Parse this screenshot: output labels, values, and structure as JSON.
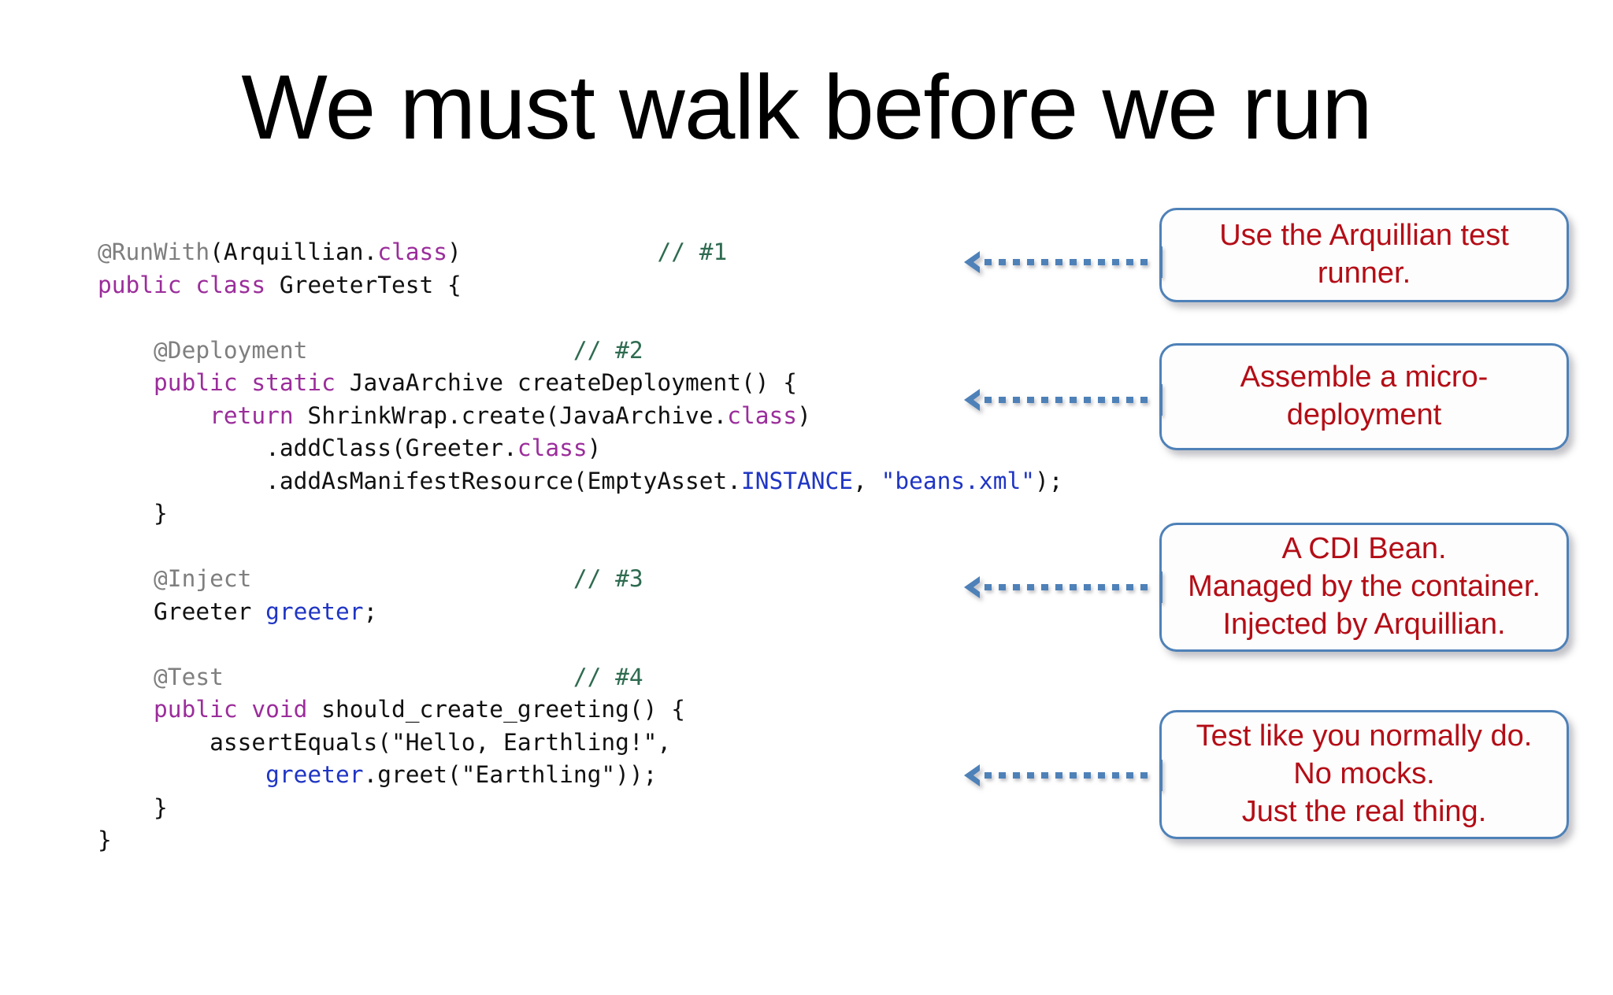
{
  "slide": {
    "title": "We must walk before we run",
    "background_color": "#ffffff"
  },
  "theme": {
    "title_color": "#000000",
    "callout_text_color": "#b40d16",
    "callout_border_color": "#4e81b8",
    "connector_color": "#4e81b8",
    "code_annotation_color": "#7f7f7f",
    "code_keyword_color": "#9b2d9b",
    "code_identifier_color": "#1f35c4",
    "code_comment_color": "#2e6b50",
    "code_plain_color": "#111111"
  },
  "code": {
    "language": "java",
    "lines": [
      {
        "id": "line-1",
        "segments": [
          {
            "t": "@RunWith",
            "c": "ann"
          },
          {
            "t": "(Arquillian.",
            "c": "plain"
          },
          {
            "t": "class",
            "c": "kw"
          },
          {
            "t": ")",
            "c": "plain"
          },
          {
            "t": "              ",
            "c": "plain"
          },
          {
            "t": "// #1",
            "c": "cmt"
          }
        ]
      },
      {
        "id": "line-2",
        "segments": [
          {
            "t": "public class",
            "c": "kw"
          },
          {
            "t": " GreeterTest {",
            "c": "plain"
          }
        ]
      },
      {
        "id": "line-3",
        "segments": [
          {
            "t": "",
            "c": "plain"
          }
        ]
      },
      {
        "id": "line-4",
        "segments": [
          {
            "t": "    ",
            "c": "plain"
          },
          {
            "t": "@Deployment",
            "c": "ann"
          },
          {
            "t": "                   ",
            "c": "plain"
          },
          {
            "t": "// #2",
            "c": "cmt"
          }
        ]
      },
      {
        "id": "line-5",
        "segments": [
          {
            "t": "    ",
            "c": "plain"
          },
          {
            "t": "public static",
            "c": "kw"
          },
          {
            "t": " JavaArchive createDeployment() {",
            "c": "plain"
          }
        ]
      },
      {
        "id": "line-6",
        "segments": [
          {
            "t": "        ",
            "c": "plain"
          },
          {
            "t": "return",
            "c": "kw"
          },
          {
            "t": " ShrinkWrap.create(JavaArchive.",
            "c": "plain"
          },
          {
            "t": "class",
            "c": "kw"
          },
          {
            "t": ")",
            "c": "plain"
          }
        ]
      },
      {
        "id": "line-7",
        "segments": [
          {
            "t": "            .addClass(Greeter.",
            "c": "plain"
          },
          {
            "t": "class",
            "c": "kw"
          },
          {
            "t": ")",
            "c": "plain"
          }
        ]
      },
      {
        "id": "line-8",
        "segments": [
          {
            "t": "            .addAsManifestResource(EmptyAsset.",
            "c": "plain"
          },
          {
            "t": "INSTANCE",
            "c": "id"
          },
          {
            "t": ", ",
            "c": "plain"
          },
          {
            "t": "\"beans.xml\"",
            "c": "str"
          },
          {
            "t": ");",
            "c": "plain"
          }
        ]
      },
      {
        "id": "line-9",
        "segments": [
          {
            "t": "    }",
            "c": "plain"
          }
        ]
      },
      {
        "id": "line-10",
        "segments": [
          {
            "t": "",
            "c": "plain"
          }
        ]
      },
      {
        "id": "line-11",
        "segments": [
          {
            "t": "    ",
            "c": "plain"
          },
          {
            "t": "@Inject",
            "c": "ann"
          },
          {
            "t": "                       ",
            "c": "plain"
          },
          {
            "t": "// #3",
            "c": "cmt"
          }
        ]
      },
      {
        "id": "line-12",
        "segments": [
          {
            "t": "    Greeter ",
            "c": "plain"
          },
          {
            "t": "greeter",
            "c": "id"
          },
          {
            "t": ";",
            "c": "plain"
          }
        ]
      },
      {
        "id": "line-13",
        "segments": [
          {
            "t": "",
            "c": "plain"
          }
        ]
      },
      {
        "id": "line-14",
        "segments": [
          {
            "t": "    ",
            "c": "plain"
          },
          {
            "t": "@Test",
            "c": "ann"
          },
          {
            "t": "                         ",
            "c": "plain"
          },
          {
            "t": "// #4",
            "c": "cmt"
          }
        ]
      },
      {
        "id": "line-15",
        "segments": [
          {
            "t": "    ",
            "c": "plain"
          },
          {
            "t": "public void",
            "c": "kw"
          },
          {
            "t": " should_create_greeting() {",
            "c": "plain"
          }
        ]
      },
      {
        "id": "line-16",
        "segments": [
          {
            "t": "        assertEquals(\"Hello, Earthling!\",",
            "c": "plain"
          }
        ]
      },
      {
        "id": "line-17",
        "segments": [
          {
            "t": "            ",
            "c": "plain"
          },
          {
            "t": "greeter",
            "c": "id"
          },
          {
            "t": ".greet(\"Earthling\"));",
            "c": "plain"
          }
        ]
      },
      {
        "id": "line-18",
        "segments": [
          {
            "t": "    }",
            "c": "plain"
          }
        ]
      },
      {
        "id": "line-19",
        "segments": [
          {
            "t": "}",
            "c": "plain"
          }
        ]
      }
    ]
  },
  "callouts": [
    {
      "id": "callout-1",
      "name": "callout-test-runner",
      "text": "Use the Arquillian test runner.",
      "refers_to": "// #1"
    },
    {
      "id": "callout-2",
      "name": "callout-micro-deployment",
      "text": "Assemble a micro-deployment",
      "refers_to": "// #2"
    },
    {
      "id": "callout-3",
      "name": "callout-cdi-bean",
      "text": "A CDI Bean.\nManaged by the container.\nInjected by Arquillian.",
      "refers_to": "// #3"
    },
    {
      "id": "callout-4",
      "name": "callout-real-testing",
      "text": "Test like you normally do.\nNo mocks.\nJust the real thing.",
      "refers_to": "// #4"
    }
  ],
  "connectors": [
    {
      "id": "connector-1",
      "name": "arrow-to-line-1",
      "direction": "left"
    },
    {
      "id": "connector-2",
      "name": "arrow-to-line-5",
      "direction": "left"
    },
    {
      "id": "connector-3",
      "name": "arrow-to-line-11",
      "direction": "left"
    },
    {
      "id": "connector-4",
      "name": "arrow-to-line-17",
      "direction": "left"
    }
  ]
}
